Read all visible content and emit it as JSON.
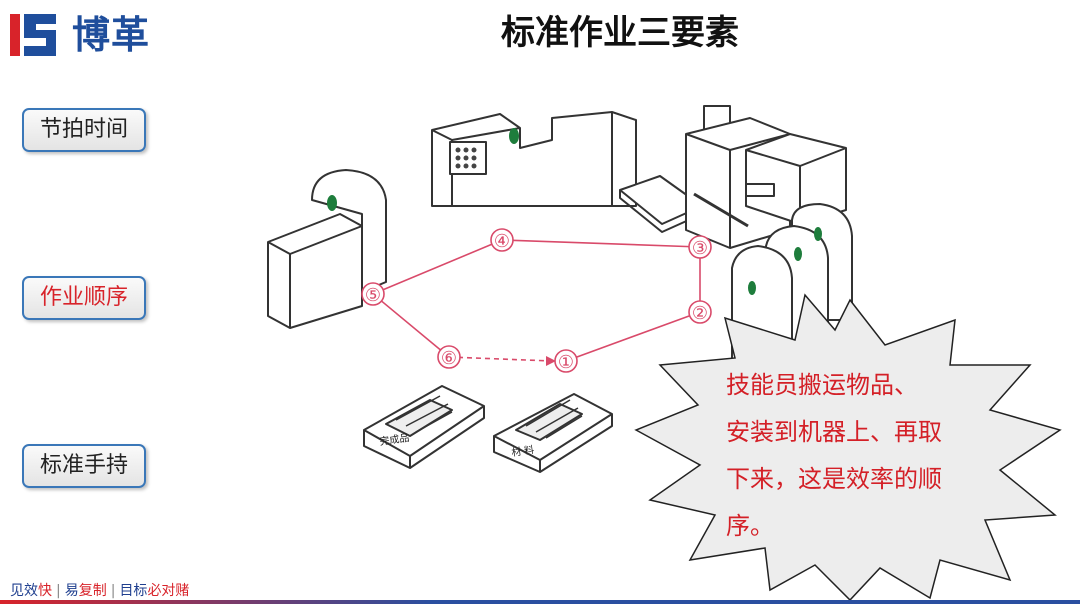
{
  "header": {
    "brand": "博革",
    "title": "标准作业三要素"
  },
  "sidebar": {
    "items": [
      {
        "label": "节拍时间"
      },
      {
        "label": "作业顺序"
      },
      {
        "label": "标准手持"
      }
    ]
  },
  "diagram": {
    "steps": [
      "①",
      "②",
      "③",
      "④",
      "⑤",
      "⑥"
    ],
    "bin_labels": [
      "完成品",
      "材 料"
    ],
    "callout": [
      "技能员搬运物品、",
      "安装到机器上、再取",
      "下来，这是效率的顺",
      "序。"
    ]
  },
  "footer": {
    "parts": [
      "见效",
      "快",
      "易",
      "复制",
      "目标",
      "必对赌"
    ]
  },
  "colors": {
    "accent": "#d8232a",
    "brand": "#1f4e9c",
    "button_border": "#3a77b8",
    "path": "#d94a6a"
  }
}
